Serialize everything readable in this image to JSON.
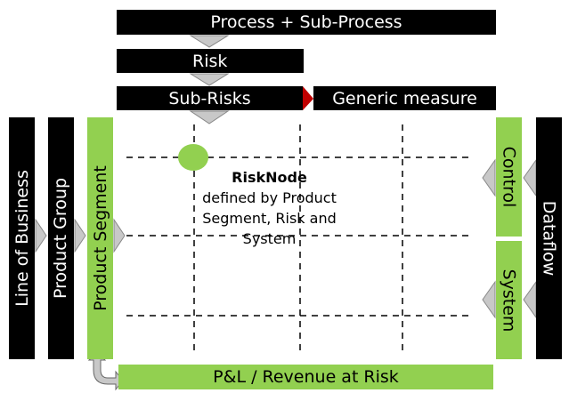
{
  "top": {
    "process": "Process + Sub-Process",
    "risk": "Risk",
    "sub_risks": "Sub-Risks",
    "generic_measure": "Generic measure"
  },
  "left": {
    "line_of_business": "Line of Business",
    "product_group": "Product Group",
    "product_segment": "Product Segment"
  },
  "right": {
    "control": "Control",
    "system": "System",
    "dataflow": "Dataflow"
  },
  "bottom": {
    "pnl": "P&L / Revenue at Risk"
  },
  "center": {
    "title": "RiskNode",
    "description": "defined by Product Segment, Risk and System"
  },
  "colors": {
    "black": "#000000",
    "green": "#92d050",
    "arrow_gray": "#c0c0c0",
    "dark_red": "#c00000"
  }
}
